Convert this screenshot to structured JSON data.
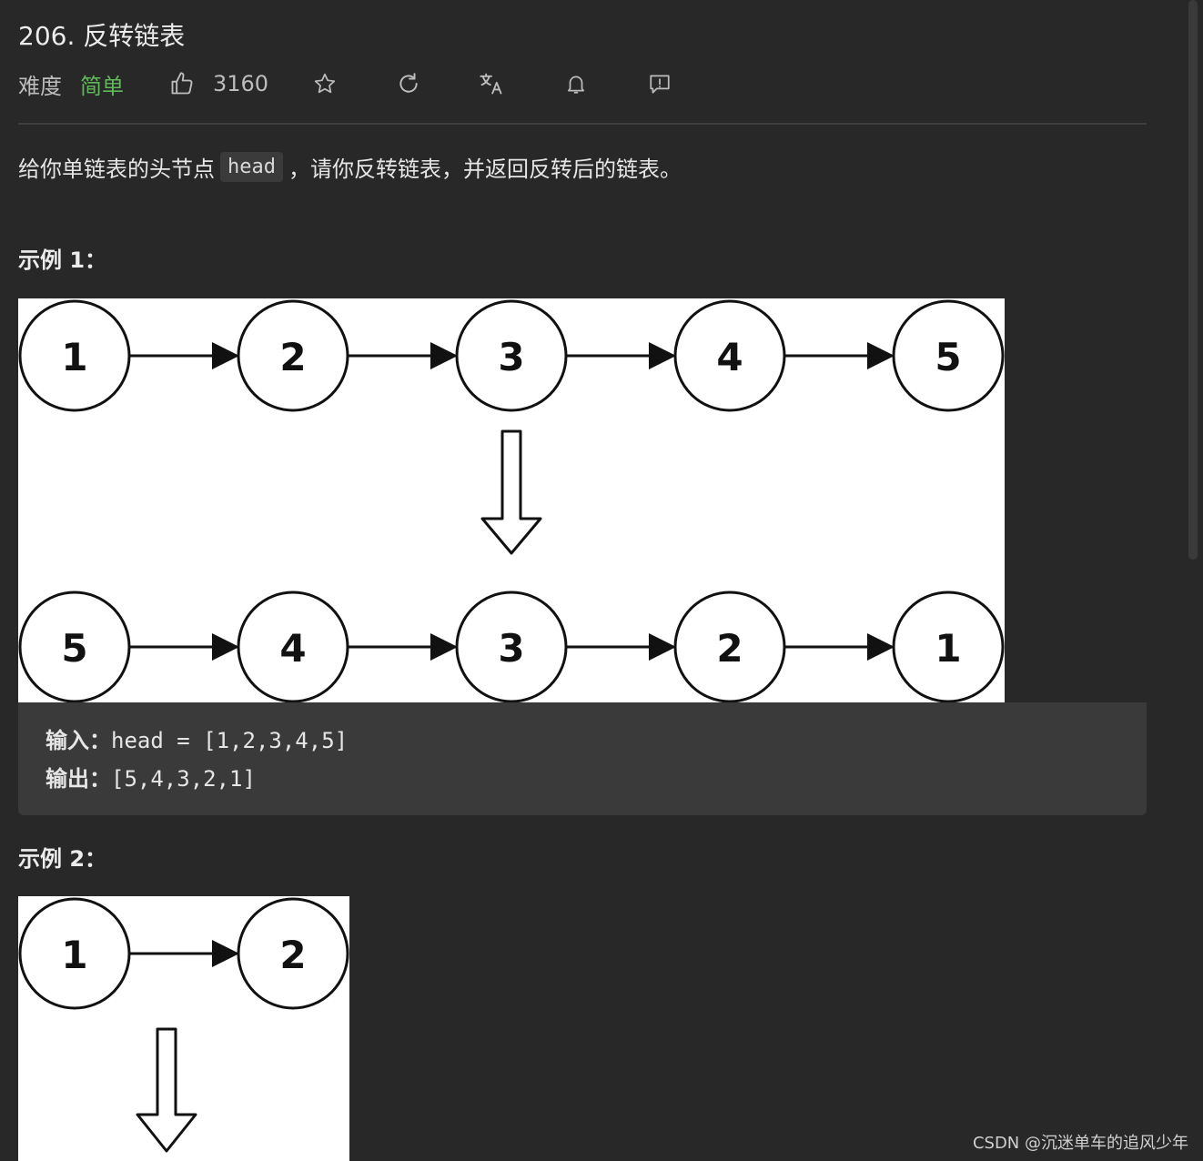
{
  "problem": {
    "title": "206. 反转链表",
    "difficulty_label": "难度",
    "difficulty_value": "简单",
    "likes": "3160",
    "icons": [
      "thumbs-up-icon",
      "star-icon",
      "refresh-icon",
      "translate-icon",
      "bell-icon",
      "feedback-icon"
    ],
    "colors": {
      "difficulty_easy": "#5fb85a",
      "background": "#282828"
    }
  },
  "description": {
    "before": "给你单链表的头节点",
    "code": "head",
    "after": "，请你反转链表，并返回反转后的链表。"
  },
  "example1": {
    "heading": "示例 1：",
    "list_before": [
      "1",
      "2",
      "3",
      "4",
      "5"
    ],
    "list_after": [
      "5",
      "4",
      "3",
      "2",
      "1"
    ],
    "input_label": "输入：",
    "input_value": "head = [1,2,3,4,5]",
    "output_label": "输出：",
    "output_value": "[5,4,3,2,1]"
  },
  "example2": {
    "heading": "示例 2：",
    "list_before": [
      "1",
      "2"
    ]
  },
  "watermark": "CSDN @沉迷单车的追风少年"
}
